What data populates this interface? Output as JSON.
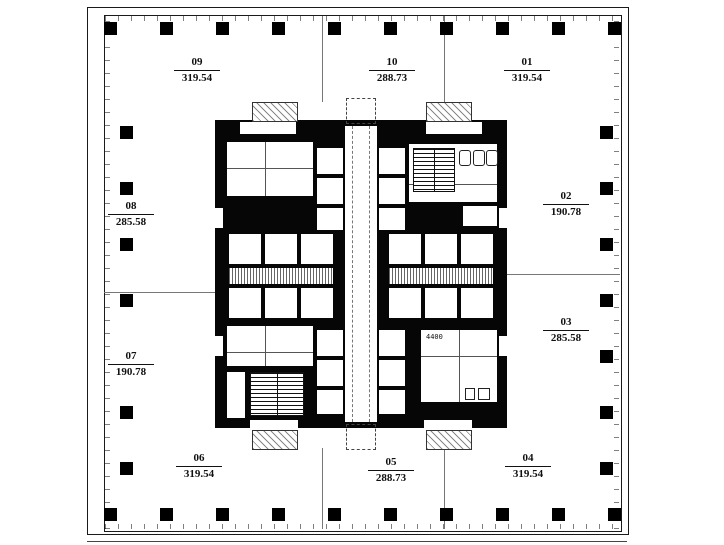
{
  "drawing": {
    "units": [
      {
        "id": "09",
        "area": "319.54"
      },
      {
        "id": "10",
        "area": "288.73"
      },
      {
        "id": "01",
        "area": "319.54"
      },
      {
        "id": "08",
        "area": "285.58"
      },
      {
        "id": "02",
        "area": "190.78"
      },
      {
        "id": "07",
        "area": "190.78"
      },
      {
        "id": "03",
        "area": "285.58"
      },
      {
        "id": "06",
        "area": "319.54"
      },
      {
        "id": "05",
        "area": "288.73"
      },
      {
        "id": "04",
        "area": "319.54"
      }
    ],
    "core_annotation": "4400"
  }
}
